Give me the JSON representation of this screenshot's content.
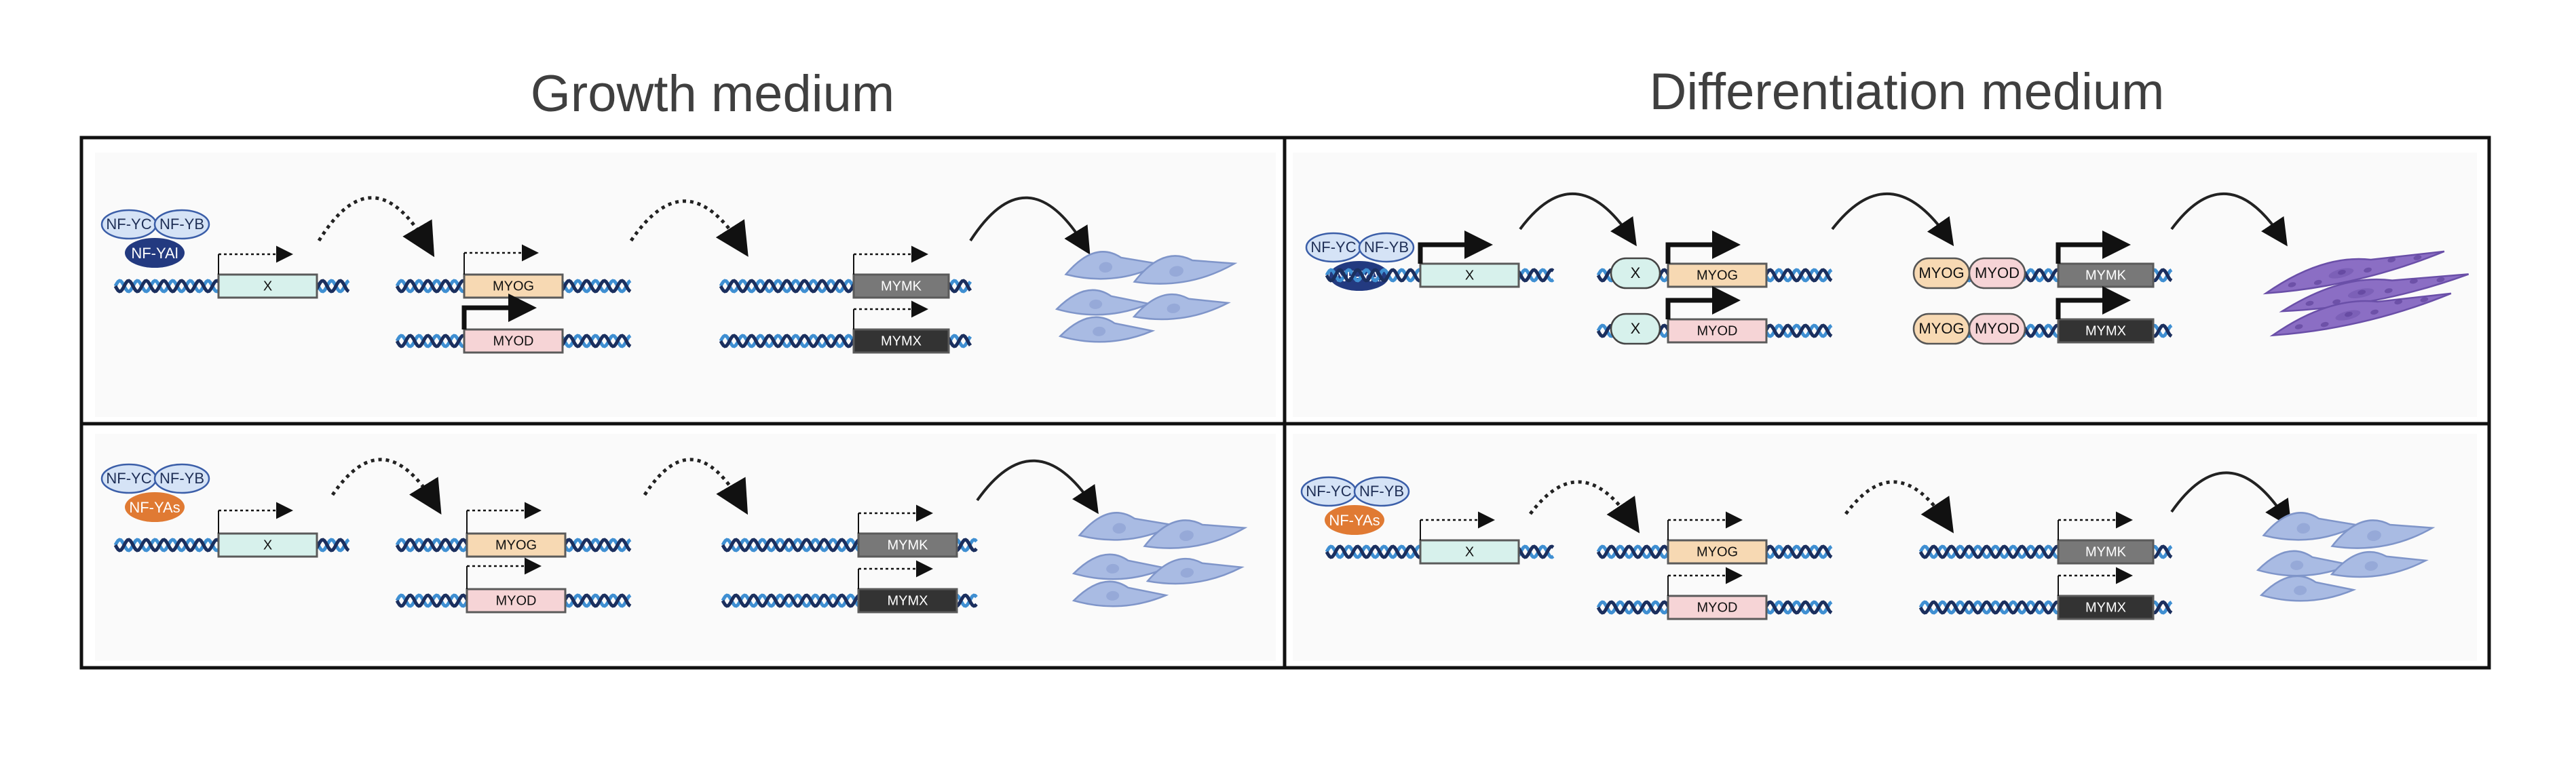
{
  "titles": {
    "growth": "Growth medium",
    "differentiation": "Differentiation medium"
  },
  "labels": {
    "nfyc": "NF-YC",
    "nfyb": "NF-YB",
    "nfyal": "NF-YAl",
    "nfyas": "NF-YAs",
    "x": "X",
    "myog": "MYOG",
    "myod": "MYOD",
    "mymk": "MYMK",
    "mymx": "MYMX"
  },
  "colors": {
    "dna_dark": "#1b2f5e",
    "dna_light": "#3f8fd2",
    "nfy_sub": "#d5e3f6",
    "nfy_sub_border": "#3b5ea8",
    "nfyal": "#233a80",
    "nfyas": "#e07a33",
    "gene_x": "#d7f1ec",
    "gene_myog": "#f7d9b3",
    "gene_myod": "#f6d4d6",
    "gene_mymk": "#787878",
    "gene_mymx": "#333333",
    "cell_undiff": "#a9bbe3",
    "cell_diff": "#8b6ec4",
    "frame": "#111111"
  }
}
